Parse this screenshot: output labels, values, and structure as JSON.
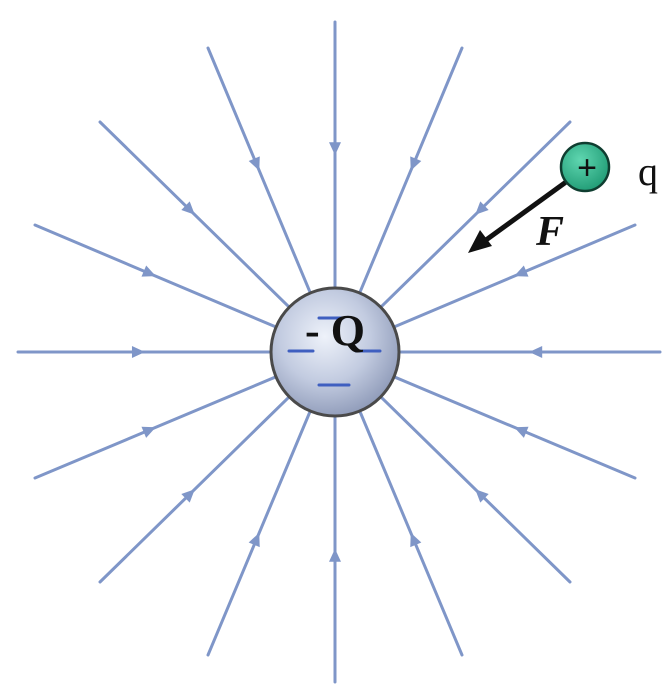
{
  "diagram": {
    "source_charge": {
      "label": "- Q",
      "sign": "negative",
      "color_fill": "#b7c2da",
      "color_edge": "#4a4a4a",
      "minus_sign_color": "#3f5fc0"
    },
    "test_charge": {
      "sign_symbol": "+",
      "label": "q",
      "color_fill": "#2bb08a"
    },
    "force": {
      "label": "F",
      "color": "#111111"
    },
    "field_lines": {
      "color": "#7f96c8",
      "direction": "inward",
      "count": 16
    }
  }
}
